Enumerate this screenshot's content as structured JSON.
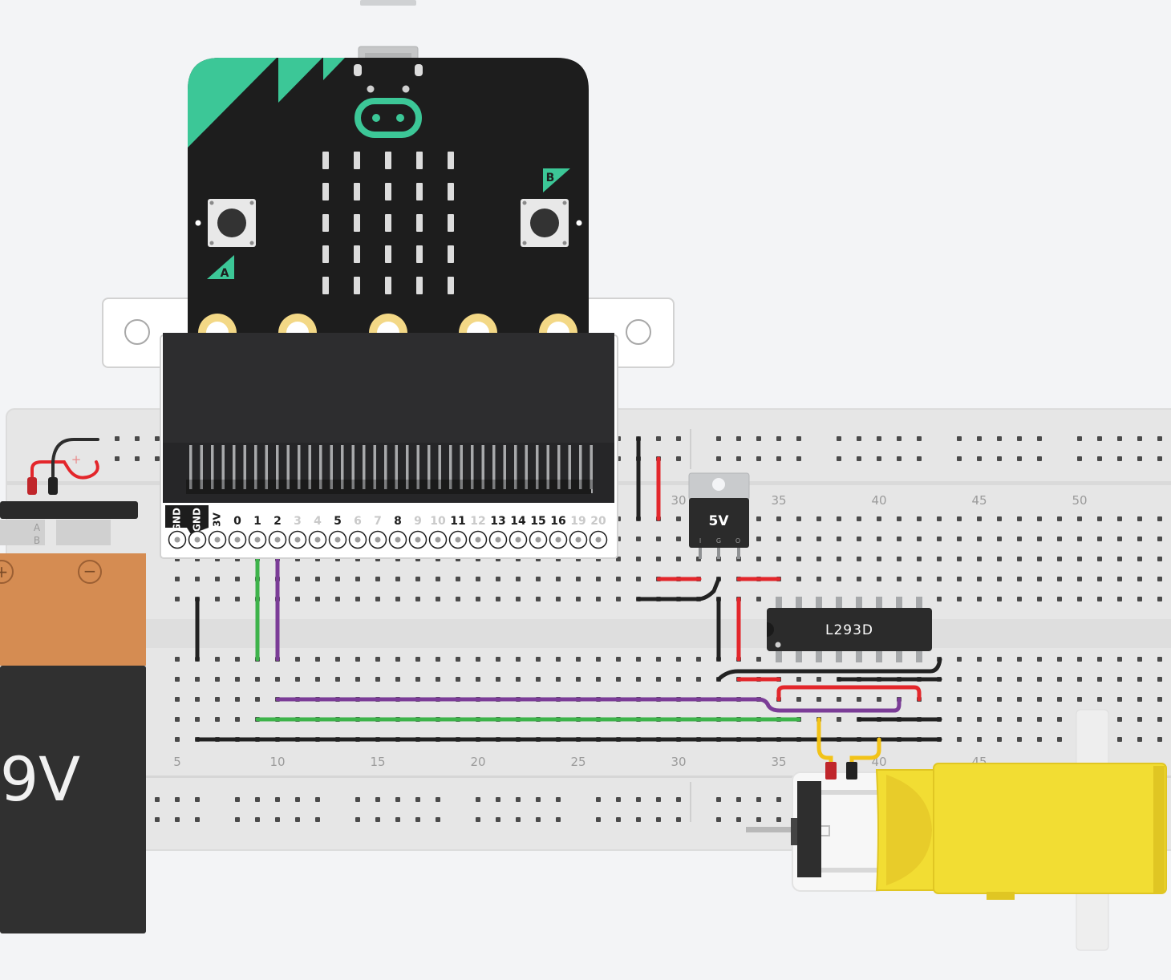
{
  "breadboard": {
    "column_numbers_top": [
      "30",
      "35",
      "40",
      "45",
      "50"
    ],
    "column_numbers_bottom": [
      "5",
      "10",
      "15",
      "20",
      "25",
      "30",
      "35",
      "40",
      "45"
    ],
    "row_letters_visible": [
      "A",
      "B"
    ],
    "rail_symbol_plus": "+"
  },
  "microbit": {
    "button_a_label": "A",
    "button_b_label": "B",
    "edge_pin_labels": [
      "GND",
      "GND",
      "3V",
      "0",
      "1",
      "2",
      "3",
      "4",
      "5",
      "6",
      "7",
      "8",
      "9",
      "10",
      "11",
      "12",
      "13",
      "14",
      "15",
      "16",
      "19",
      "20"
    ],
    "edge_pin_dimmed": [
      false,
      false,
      false,
      false,
      false,
      false,
      true,
      true,
      false,
      true,
      true,
      false,
      true,
      true,
      false,
      true,
      false,
      false,
      false,
      false,
      true,
      true
    ]
  },
  "regulator": {
    "label": "5V",
    "pin_labels": [
      "I",
      "G",
      "O"
    ]
  },
  "motor_driver": {
    "label": "L293D"
  },
  "battery": {
    "label": "9V",
    "plus_symbol": "+",
    "minus_symbol": "−"
  },
  "colors": {
    "background": "#f3f4f6",
    "breadboard": "#e6e6e6",
    "microbit_board": "#1d1d1d",
    "microbit_accent": "#3cc797",
    "wire_red": "#e3262b",
    "wire_black": "#222222",
    "wire_green": "#3db34a",
    "wire_purple": "#7b3c97",
    "wire_yellow": "#f2c318",
    "battery_orange": "#d58c52",
    "battery_dark": "#303030",
    "motor_yellow": "#f2dd33"
  }
}
